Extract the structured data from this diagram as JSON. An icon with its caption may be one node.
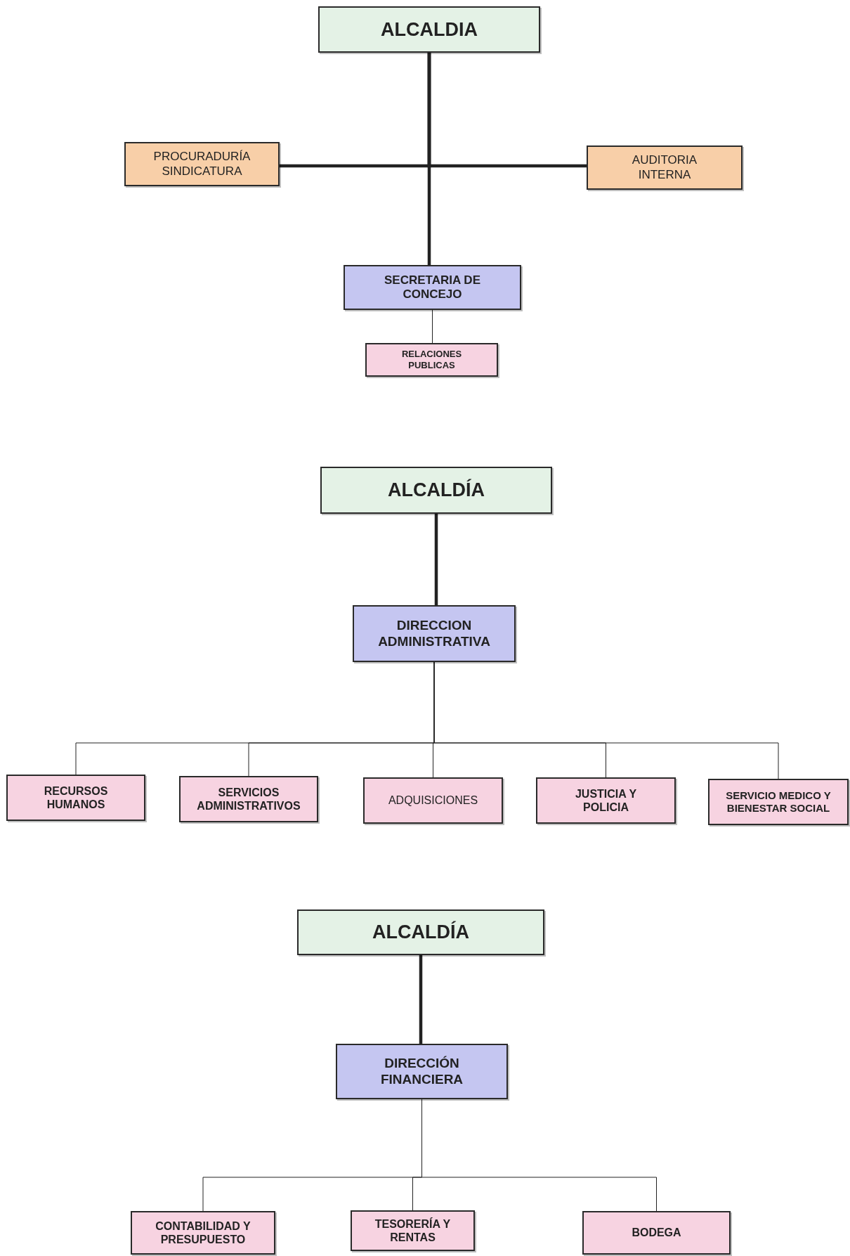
{
  "diagram": {
    "nodes": [
      {
        "text": [
          "ALCALDIA"
        ]
      },
      {
        "text": [
          "PROCURADURÍA SINDICATURA"
        ]
      },
      {
        "text": [
          "AUDITORIA INTERNA"
        ]
      },
      {
        "text": [
          "SECRETARIA DE CONCEJO"
        ]
      },
      {
        "text": [
          "RELACIONES PUBLICAS"
        ]
      },
      {
        "text": [
          "ALCALDÍA"
        ]
      },
      {
        "text": [
          "DIRECCION ADMINISTRATIVA"
        ]
      },
      {
        "text": [
          "RECURSOS HUMANOS"
        ]
      },
      {
        "text": [
          "SERVICIOS ADMINISTRATIVOS"
        ]
      },
      {
        "text": [
          "ADQUISICIONES"
        ]
      },
      {
        "text": [
          "JUSTICIA Y POLICIA"
        ]
      },
      {
        "text": [
          "SERVICIO MEDICO Y BIENESTAR SOCIAL"
        ]
      },
      {
        "text": [
          "ALCALDÍA"
        ]
      },
      {
        "text": [
          "DIRECCIÓN FINANCIERA"
        ]
      },
      {
        "text": [
          "CONTABILIDAD Y PRESUPUESTO"
        ]
      },
      {
        "text": [
          "TESORERÍA Y RENTAS"
        ]
      },
      {
        "text": [
          "BODEGA"
        ]
      }
    ],
    "edges": [
      {
        "from": 0,
        "to": 1,
        "arrow": "none",
        "style": "thick"
      },
      {
        "from": 0,
        "to": 2,
        "arrow": "none",
        "style": "thick"
      },
      {
        "from": 0,
        "to": 3,
        "arrow": "none",
        "style": "thick"
      },
      {
        "from": 3,
        "to": 4,
        "arrow": "none"
      },
      {
        "from": 5,
        "to": 6,
        "arrow": "none",
        "style": "thick"
      },
      {
        "from": 6,
        "to": 7,
        "arrow": "none"
      },
      {
        "from": 6,
        "to": 8,
        "arrow": "none"
      },
      {
        "from": 6,
        "to": 9,
        "arrow": "none"
      },
      {
        "from": 6,
        "to": 10,
        "arrow": "none"
      },
      {
        "from": 6,
        "to": 11,
        "arrow": "none"
      },
      {
        "from": 12,
        "to": 13,
        "arrow": "none",
        "style": "thick"
      },
      {
        "from": 13,
        "to": 14,
        "arrow": "none"
      },
      {
        "from": 13,
        "to": 15,
        "arrow": "none"
      },
      {
        "from": 13,
        "to": 16,
        "arrow": "none"
      }
    ]
  }
}
